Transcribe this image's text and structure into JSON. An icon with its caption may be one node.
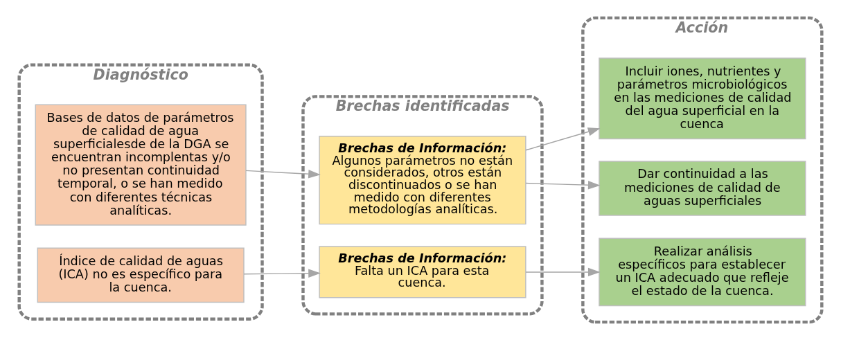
{
  "diagram": {
    "nodes": [
      {
        "text": [
          "Diagnóstico"
        ]
      },
      {
        "text": [
          "Bases de datos de parámetros de calidad de agua superficialesde de la DGA se encuentran incomplentas y/o no presentan continuidad temporal, o se han medido con diferentes técnicas analíticas."
        ],
        "in": 0
      },
      {
        "text": [
          "Índice de calidad de aguas (ICA) no es específico para la cuenca."
        ],
        "in": 0
      },
      {
        "text": [
          "Brechas identificadas"
        ]
      },
      {
        "text": [
          "Brechas de Información:",
          "Algunos parámetros no están considerados, otros están discontinuados o se han medido con diferentes metodologías analíticas."
        ],
        "in": 3
      },
      {
        "text": [
          "Brechas de Información:",
          "Falta un ICA para esta cuenca."
        ],
        "in": 3
      },
      {
        "text": [
          "Acción"
        ]
      },
      {
        "text": [
          "Incluir iones, nutrientes y parámetros microbiológicos en las mediciones de calidad del agua superficial en la cuenca"
        ],
        "in": 6
      },
      {
        "text": [
          "Dar continuidad a las mediciones de calidad de aguas superficiales"
        ],
        "in": 6
      },
      {
        "text": [
          "Realizar análisis específicos para establecer un ICA adecuado que refleje el estado de la cuenca."
        ],
        "in": 6
      }
    ],
    "edges": [
      {
        "from": 1,
        "to": 4,
        "arrow": "to"
      },
      {
        "from": 2,
        "to": 5,
        "arrow": "to"
      },
      {
        "from": 4,
        "to": 7,
        "arrow": "to"
      },
      {
        "from": 4,
        "to": 8,
        "arrow": "to"
      },
      {
        "from": 5,
        "to": 9,
        "arrow": "to"
      }
    ]
  }
}
